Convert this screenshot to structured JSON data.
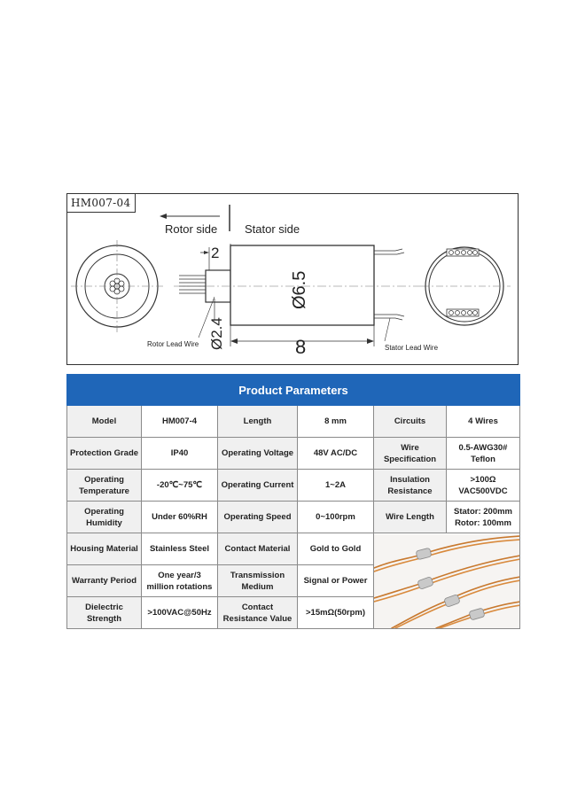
{
  "drawing": {
    "model": "HM007-04",
    "rotor_side": "Rotor side",
    "stator_side": "Stator side",
    "dim_2": "2",
    "dim_65": "Ø6.5",
    "dim_24": "Ø2.4",
    "dim_8": "8",
    "rotor_lead_wire": "Rotor Lead Wire",
    "stator_lead_wire": "Stator Lead Wire"
  },
  "table": {
    "title": "Product Parameters",
    "r1": [
      "Model",
      "HM007-4",
      "Length",
      "8 mm",
      "Circuits",
      "4 Wires"
    ],
    "r2": [
      "Protection Grade",
      "IP40",
      "Operating Voltage",
      "48V AC/DC",
      "Wire Specification",
      "0.5-AWG30# Teflon"
    ],
    "r3": [
      "Operating Temperature",
      "-20℃~75℃",
      "Operating Current",
      "1~2A",
      "Insulation Resistance",
      ">100Ω VAC500VDC"
    ],
    "r4": [
      "Operating Humidity",
      "Under 60%RH",
      "Operating Speed",
      "0~100rpm",
      "Wire Length",
      "Stator: 200mm Rotor: 100mm"
    ],
    "r5": [
      "Housing Material",
      "Stainless Steel",
      "Contact Material",
      "Gold to Gold"
    ],
    "r6": [
      "Warranty Period",
      "One year/3 million rotations",
      "Transmission Medium",
      "Signal or Power"
    ],
    "r7": [
      "Dielectric Strength",
      ">100VAC@50Hz",
      "Contact Resistance Value",
      ">15mΩ(50rpm)"
    ]
  }
}
